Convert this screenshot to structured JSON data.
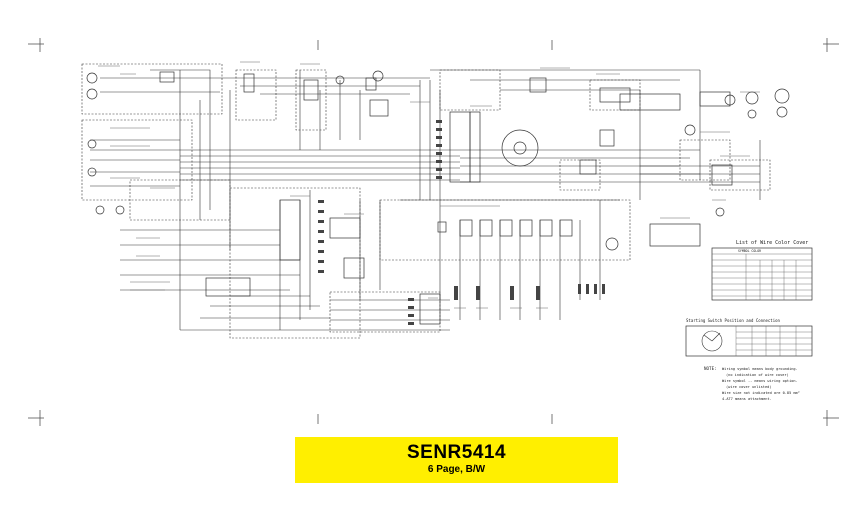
{
  "document": {
    "part_number": "SENR5414",
    "page_info": "6 Page, B/W"
  },
  "legend": {
    "table_title": "List of Wire Color Cover",
    "col_symbol": "SYMBOL COLOR",
    "starting_title": "Starting Switch Position and Connection"
  },
  "notes": {
    "heading": "NOTE:",
    "items": [
      "Wiring symbol   means body grounding.",
      "(no indication of wire cover)",
      "Wire symbol -- means wiring option.",
      "(wire cover unlisted)",
      "Wire size not indicated are 0.85 mm²",
      "4-AT7 means attachment."
    ]
  },
  "colors": {
    "banner": "#ffef00",
    "ink": "#222222"
  }
}
